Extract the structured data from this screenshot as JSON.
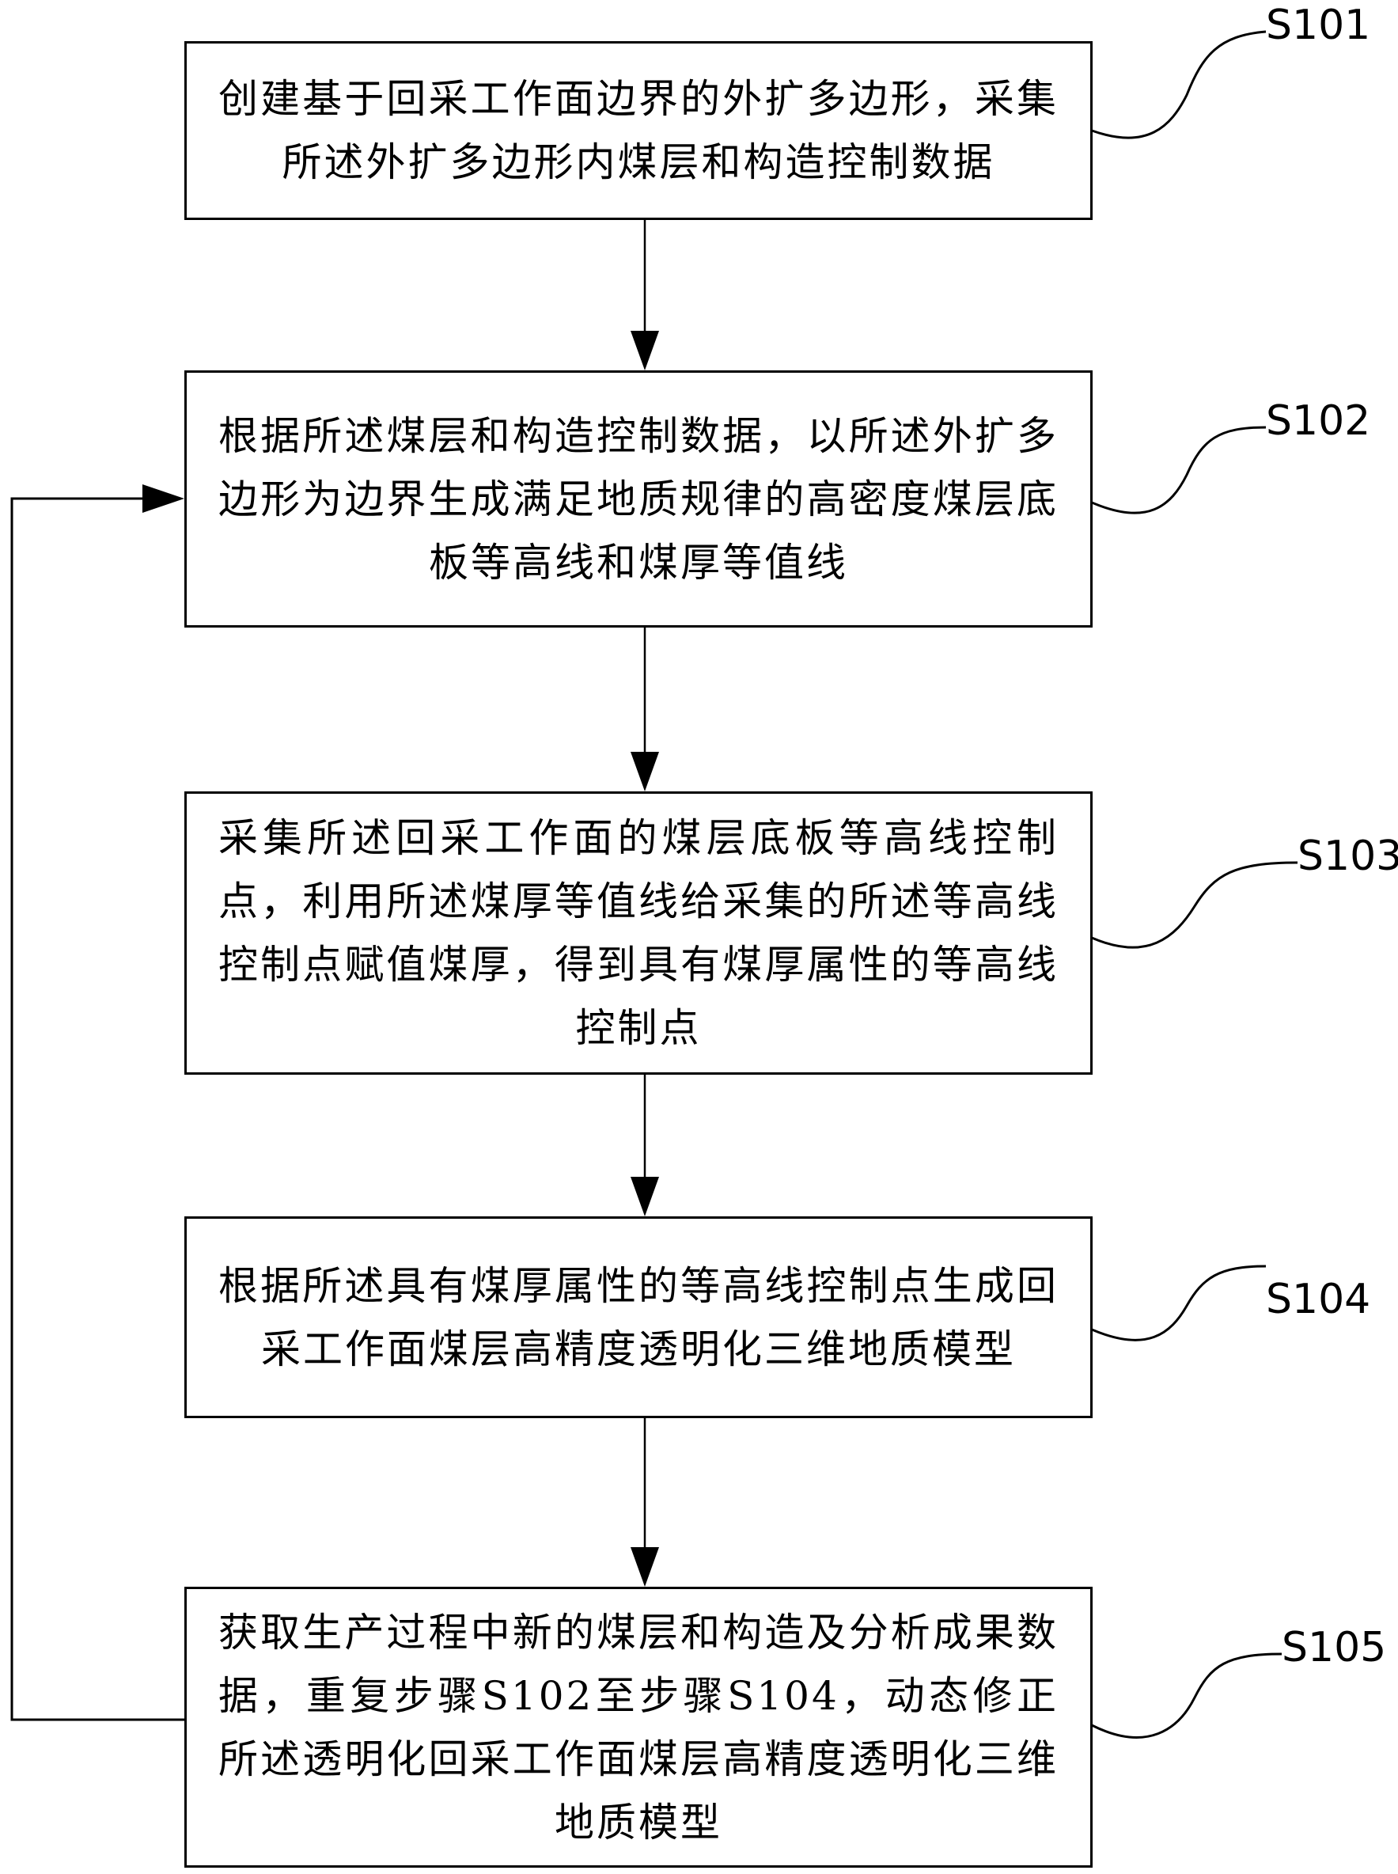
{
  "steps": [
    {
      "id": "S101",
      "text": "创建基于回采工作面边界的外扩多边形，采集所述外扩多边形内煤层和构造控制数据"
    },
    {
      "id": "S102",
      "text": "根据所述煤层和构造控制数据，以所述外扩多边形为边界生成满足地质规律的高密度煤层底板等高线和煤厚等值线"
    },
    {
      "id": "S103",
      "text": "采集所述回采工作面的煤层底板等高线控制点，利用所述煤厚等值线给采集的所述等高线控制点赋值煤厚，得到具有煤厚属性的等高线控制点"
    },
    {
      "id": "S104",
      "text": "根据所述具有煤厚属性的等高线控制点生成回采工作面煤层高精度透明化三维地质模型"
    },
    {
      "id": "S105",
      "text": "获取生产过程中新的煤层和构造及分析成果数据，重复步骤S102至步骤S104，动态修正所述透明化回采工作面煤层高精度透明化三维地质模型"
    }
  ]
}
